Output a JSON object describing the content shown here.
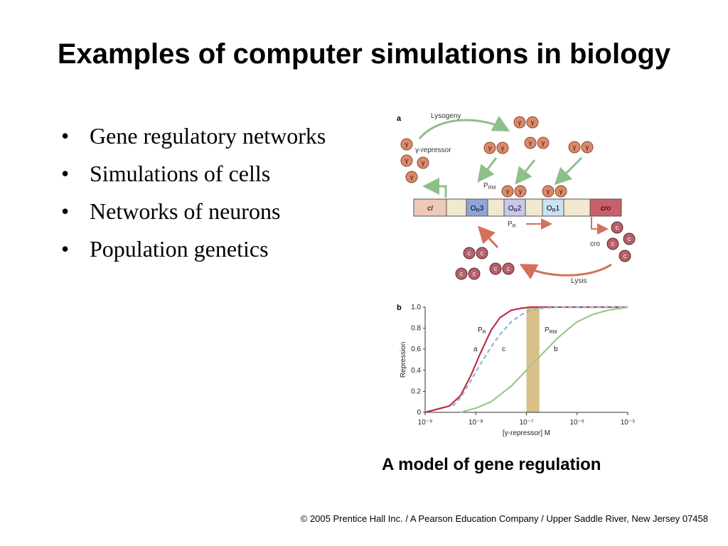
{
  "slide": {
    "title": "Examples of computer simulations in biology",
    "bullets": [
      "Gene regulatory networks",
      "Simulations of cells",
      "Networks of neurons",
      "Population genetics"
    ],
    "bullet_glyph": "•",
    "caption": "A model of gene regulation",
    "footer": "© 2005 Prentice Hall Inc. / A Pearson Education Company / Upper Saddle River, New Jersey 07458"
  },
  "panel_a": {
    "letter": "a",
    "lysogeny": "Lysogeny",
    "repressor": "γ-repressor",
    "lysis": "Lysis",
    "cro_protein": "cro",
    "prm": "P",
    "prm_sub": "RM",
    "pr": "P",
    "pr_sub": "R",
    "gamma_glyph": "γ",
    "c_glyph": "c",
    "operon": {
      "ci": "cI",
      "or3": "O",
      "or3_sub": "R",
      "or3_num": "3",
      "or2": "O",
      "or2_sub": "R",
      "or2_num": "2",
      "or1": "O",
      "or1_sub": "R",
      "or1_num": "1",
      "cro": "cro"
    },
    "colors": {
      "gamma": "#d98a6a",
      "c": "#b5606a",
      "green_arrow": "#8cc08a",
      "red_arrow": "#d4705a"
    }
  },
  "chart_data": {
    "type": "line",
    "panel_label": "b",
    "xlabel": "[γ-repressor] M",
    "ylabel": "Repression",
    "xscale": "log",
    "xlim": [
      1e-09,
      1e-05
    ],
    "ylim": [
      0,
      1.0
    ],
    "x_tick_labels": [
      "10⁻⁹",
      "10⁻⁸",
      "10⁻⁷",
      "10⁻⁶",
      "10⁻⁵"
    ],
    "y_tick_labels": [
      "0",
      "0.2",
      "0.4",
      "0.6",
      "0.8",
      "1.0"
    ],
    "y_ticks": [
      0,
      0.2,
      0.4,
      0.6,
      0.8,
      1.0
    ],
    "highlight_band": {
      "x_from": 1e-07,
      "x_to": 1.8e-07,
      "color": "#d9c08a"
    },
    "series": [
      {
        "name": "a",
        "label": "P",
        "label_sub": "R",
        "color": "#c0304a",
        "style": "solid",
        "x": [
          1e-09,
          3e-09,
          5e-09,
          8e-09,
          1.2e-08,
          2e-08,
          3e-08,
          5e-08,
          8e-08,
          1.2e-07,
          3e-07,
          1e-06,
          1e-05
        ],
        "y": [
          0.0,
          0.06,
          0.16,
          0.35,
          0.55,
          0.78,
          0.9,
          0.97,
          0.99,
          1.0,
          1.0,
          1.0,
          1.0
        ]
      },
      {
        "name": "c",
        "label": "",
        "label_sub": "",
        "color": "#8ab6d6",
        "style": "dashed",
        "x": [
          3.5e-09,
          5e-09,
          8e-09,
          1.2e-08,
          2e-08,
          3e-08,
          5e-08,
          8e-08,
          1.2e-07,
          2e-07,
          4e-07,
          1e-06,
          1e-05
        ],
        "y": [
          0.06,
          0.14,
          0.3,
          0.45,
          0.62,
          0.74,
          0.86,
          0.93,
          0.97,
          0.99,
          1.0,
          1.0,
          1.0
        ]
      },
      {
        "name": "b",
        "label": "P",
        "label_sub": "RM",
        "color": "#9cc88a",
        "style": "solid",
        "x": [
          5e-09,
          1e-08,
          2e-08,
          5e-08,
          1e-07,
          2e-07,
          4e-07,
          7e-07,
          1e-06,
          2e-06,
          4e-06,
          1e-05
        ],
        "y": [
          0.0,
          0.04,
          0.1,
          0.25,
          0.4,
          0.55,
          0.7,
          0.8,
          0.86,
          0.93,
          0.97,
          1.0
        ]
      }
    ]
  }
}
